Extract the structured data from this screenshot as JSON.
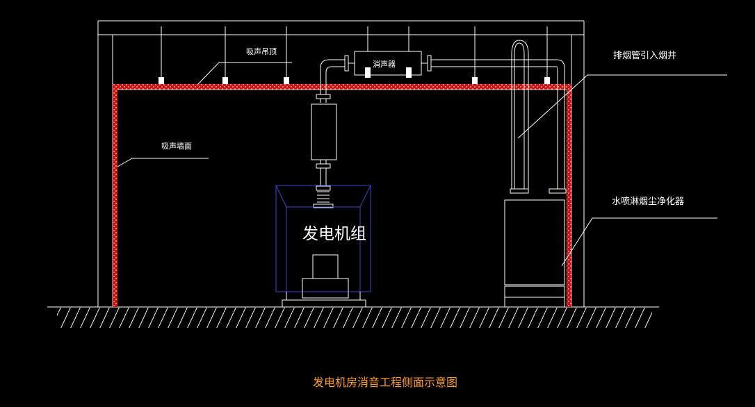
{
  "labels": {
    "ceiling": "吸声吊顶",
    "wall": "吸声墙面",
    "silencer": "消声器",
    "exhaust": "排烟管引入烟井",
    "purifier": "水喷淋烟尘净化器",
    "genset": "发电机组",
    "title": "发电机房消音工程侧面示意图"
  },
  "colors": {
    "background": "#000000",
    "line": "#ffffff",
    "insulation_red": "#d01818",
    "insulation_dots": "#ffd0c0",
    "genset_blue": "#3c46c8",
    "title": "#ff9c28"
  }
}
